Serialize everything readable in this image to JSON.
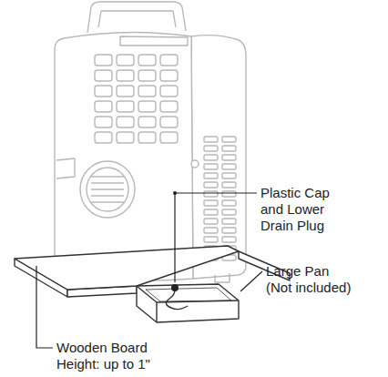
{
  "diagram": {
    "labels": [
      "Plastic Cap and Lower Drain Plug",
      "Large Pan (Not included)",
      "Wooden Board Height: up to 1\""
    ]
  }
}
